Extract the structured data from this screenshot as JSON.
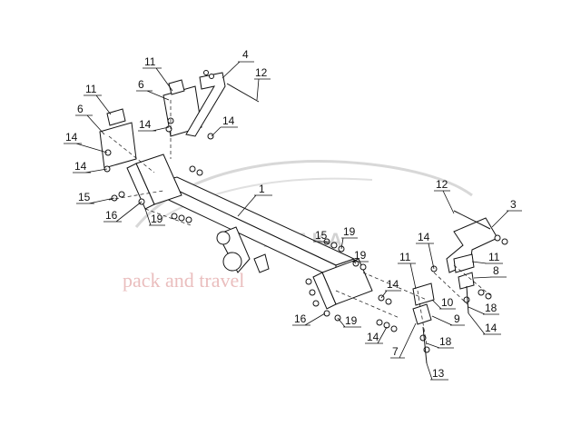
{
  "watermark": {
    "logo_text": "AHAKA",
    "tagline": "pack and travel"
  },
  "labels": {
    "p1": "1",
    "p3": "3",
    "p4": "4",
    "p6a": "6",
    "p6b": "6",
    "p7": "7",
    "p8": "8",
    "p9": "9",
    "p10": "10",
    "p11a": "11",
    "p11b": "11",
    "p11c": "11",
    "p11d": "11",
    "p12a": "12",
    "p12b": "12",
    "p13": "13",
    "p14a": "14",
    "p14b": "14",
    "p14c": "14",
    "p14d": "14",
    "p14e": "14",
    "p14f": "14",
    "p14g": "14",
    "p14h": "14",
    "p15a": "15",
    "p15b": "15",
    "p16a": "16",
    "p16b": "16",
    "p18a": "18",
    "p18b": "18",
    "p19a": "19",
    "p19b": "19",
    "p19c": "19"
  }
}
